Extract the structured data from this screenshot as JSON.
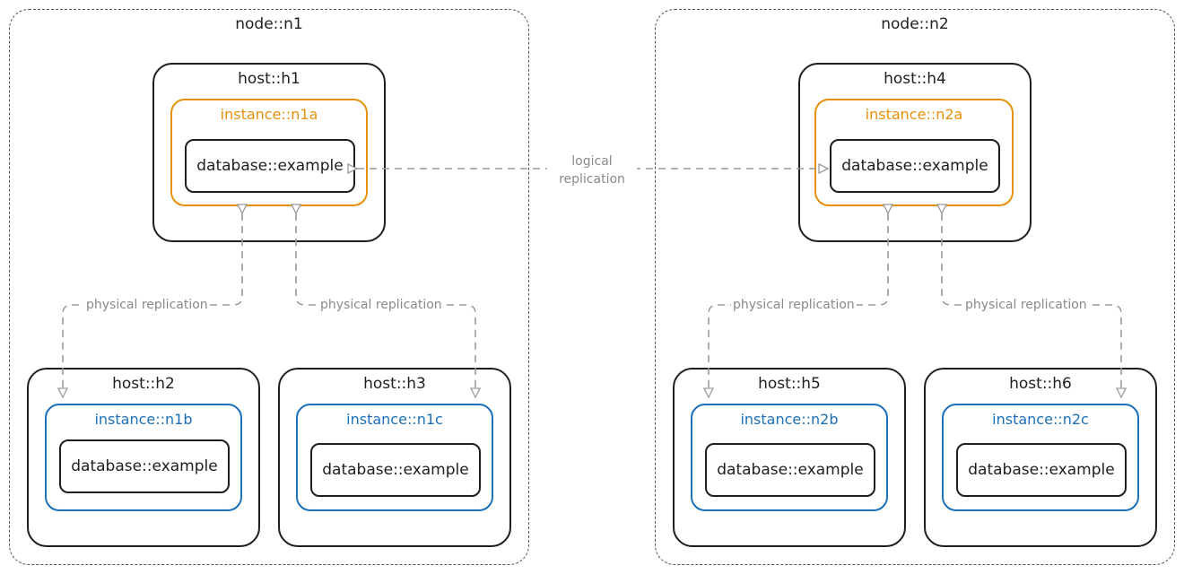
{
  "nodes": [
    {
      "label": "node::n1",
      "hosts": [
        {
          "label": "host::h1",
          "instance": {
            "label": "instance::n1a",
            "role": "primary",
            "database": "database::example"
          }
        },
        {
          "label": "host::h2",
          "instance": {
            "label": "instance::n1b",
            "role": "replica",
            "database": "database::example"
          }
        },
        {
          "label": "host::h3",
          "instance": {
            "label": "instance::n1c",
            "role": "replica",
            "database": "database::example"
          }
        }
      ]
    },
    {
      "label": "node::n2",
      "hosts": [
        {
          "label": "host::h4",
          "instance": {
            "label": "instance::n2a",
            "role": "primary",
            "database": "database::example"
          }
        },
        {
          "label": "host::h5",
          "instance": {
            "label": "instance::n2b",
            "role": "replica",
            "database": "database::example"
          }
        },
        {
          "label": "host::h6",
          "instance": {
            "label": "instance::n2c",
            "role": "replica",
            "database": "database::example"
          }
        }
      ]
    }
  ],
  "edges": {
    "logical": {
      "label_line1": "logical",
      "label_line2": "replication"
    },
    "physical_label": "physical replication"
  },
  "colors": {
    "primary": "#e8900c",
    "replica": "#1c6fb8",
    "edge": "#9a9a9a"
  }
}
